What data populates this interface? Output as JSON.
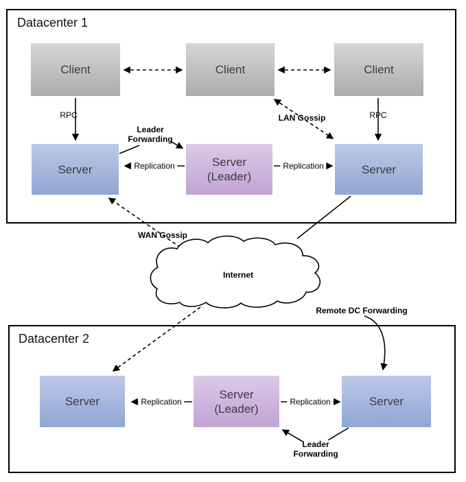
{
  "colors": {
    "client_top": "#d6d6d6",
    "client_bottom": "#acacac",
    "server_top": "#bdc9e8",
    "server_bottom": "#8fa6d4",
    "leader_top": "#dcc9e9",
    "leader_bottom": "#c2a3d3",
    "line": "#000000",
    "background": "#ffffff"
  },
  "dc1": {
    "title": "Datacenter 1",
    "clients": [
      {
        "label": "Client"
      },
      {
        "label": "Client"
      },
      {
        "label": "Client"
      }
    ],
    "servers": [
      {
        "line1": "Server"
      },
      {
        "line1": "Server",
        "line2": "(Leader)"
      },
      {
        "line1": "Server"
      }
    ]
  },
  "dc2": {
    "title": "Datacenter 2",
    "servers": [
      {
        "line1": "Server"
      },
      {
        "line1": "Server",
        "line2": "(Leader)"
      },
      {
        "line1": "Server"
      }
    ]
  },
  "cloud": {
    "label": "Internet"
  },
  "edges": {
    "rpc_left": "RPC",
    "rpc_right": "RPC",
    "lan_gossip": "LAN Gossip",
    "wan_gossip": "WAN Gossip",
    "leader_forwarding_dc1": "Leader Forwarding",
    "replication_dc1_left": "Replication",
    "replication_dc1_right": "Replication",
    "remote_dc_forwarding": "Remote DC Forwarding",
    "replication_dc2_left": "Replication",
    "replication_dc2_right": "Replication",
    "leader_forwarding_dc2": "Leader Forwarding"
  }
}
